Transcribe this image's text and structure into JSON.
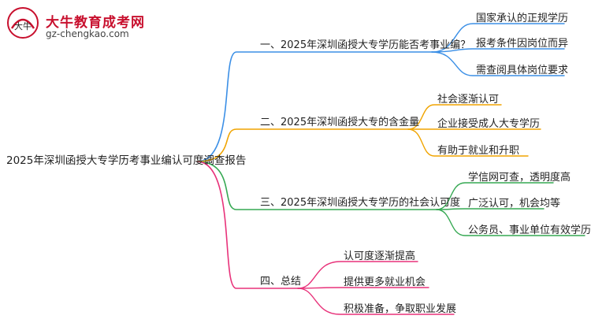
{
  "logo": {
    "title": "大牛教育成考网",
    "url": "gz-chengkao.com",
    "mark_text": "大牛"
  },
  "root": {
    "label": "2025年深圳函授大专学历考事业编认可度调查报告"
  },
  "branches": [
    {
      "label": "一、2025年深圳函授大专学历能否考事业编？",
      "color": "#3b8fe6",
      "leaves": [
        "国家承认的正规学历",
        "报考条件因岗位而异",
        "需查阅具体岗位要求"
      ]
    },
    {
      "label": "二、2025年深圳函授大专的含金量",
      "color": "#f0a400",
      "leaves": [
        "社会逐渐认可",
        "企业接受成人大专学历",
        "有助于就业和升职"
      ]
    },
    {
      "label": "三、2025年深圳函授大专学历的社会认可度",
      "color": "#35a852",
      "leaves": [
        "学信网可查，透明度高",
        "广泛认可，机会均等",
        "公务员、事业单位有效学历证明"
      ]
    },
    {
      "label": "四、总结",
      "color": "#e8327a",
      "leaves": [
        "认可度逐渐提高",
        "提供更多就业机会",
        "积极准备，争取职业发展"
      ]
    }
  ]
}
